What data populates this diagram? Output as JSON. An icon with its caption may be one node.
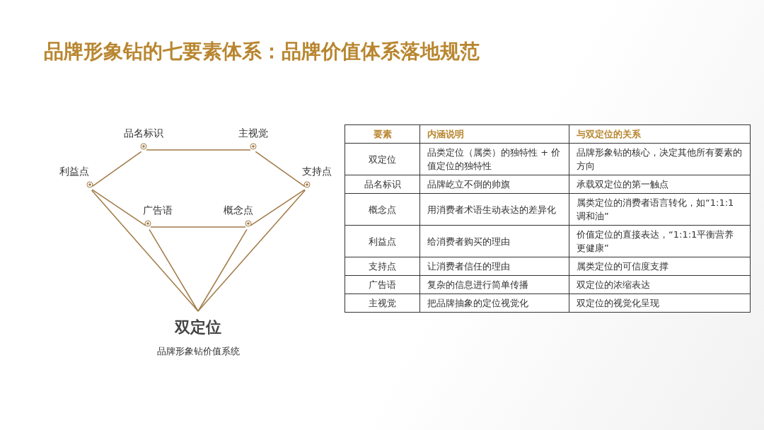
{
  "diagram": {
    "title": "品牌形象钻的七要素体系：品牌价值体系落地规范",
    "nodes": [
      {
        "text": [
          "品名标识"
        ]
      },
      {
        "text": [
          "主视觉"
        ]
      },
      {
        "text": [
          "利益点"
        ]
      },
      {
        "text": [
          "支持点"
        ]
      },
      {
        "text": [
          "广告语"
        ]
      },
      {
        "text": [
          "概念点"
        ]
      },
      {
        "text": [
          "双定位"
        ],
        "beside": [
          "品牌形象钻价值系统"
        ]
      }
    ],
    "edges": [
      {
        "from": 0,
        "to": 1,
        "arrow": "none"
      },
      {
        "from": 2,
        "to": 0,
        "arrow": "none"
      },
      {
        "from": 1,
        "to": 3,
        "arrow": "none"
      },
      {
        "from": 4,
        "to": 5,
        "arrow": "none"
      },
      {
        "from": 2,
        "to": 4,
        "arrow": "none"
      },
      {
        "from": 2,
        "to": 6,
        "arrow": "none"
      },
      {
        "from": 4,
        "to": 6,
        "arrow": "none"
      },
      {
        "from": 3,
        "to": 5,
        "arrow": "none"
      },
      {
        "from": 3,
        "to": 6,
        "arrow": "none"
      },
      {
        "from": 5,
        "to": 6,
        "arrow": "none"
      }
    ],
    "labels": [
      "要素",
      "内涵说明",
      "与双定位的关系",
      "双定位",
      "品类定位（属类）的独特性 + 价值定位的独特性",
      "品牌形象钻的核心，决定其他所有要素的方向",
      "品名标识",
      "品牌屹立不倒的帅旗",
      "承载双定位的第一触点",
      "概念点",
      "用消费者术语生动表达的差异化",
      "属类定位的消费者语言转化，如“1:1:1调和油”",
      "利益点",
      "给消费者购买的理由",
      "价值定位的直接表达，“1:1:1平衡营养更健康”",
      "支持点",
      "让消费者信任的理由",
      "属类定位的可信度支撑",
      "广告语",
      "复杂的信息进行简单传播",
      "双定位的浓缩表达",
      "主视觉",
      "把品牌抽象的定位视觉化",
      "双定位的视觉化呈现"
    ]
  }
}
